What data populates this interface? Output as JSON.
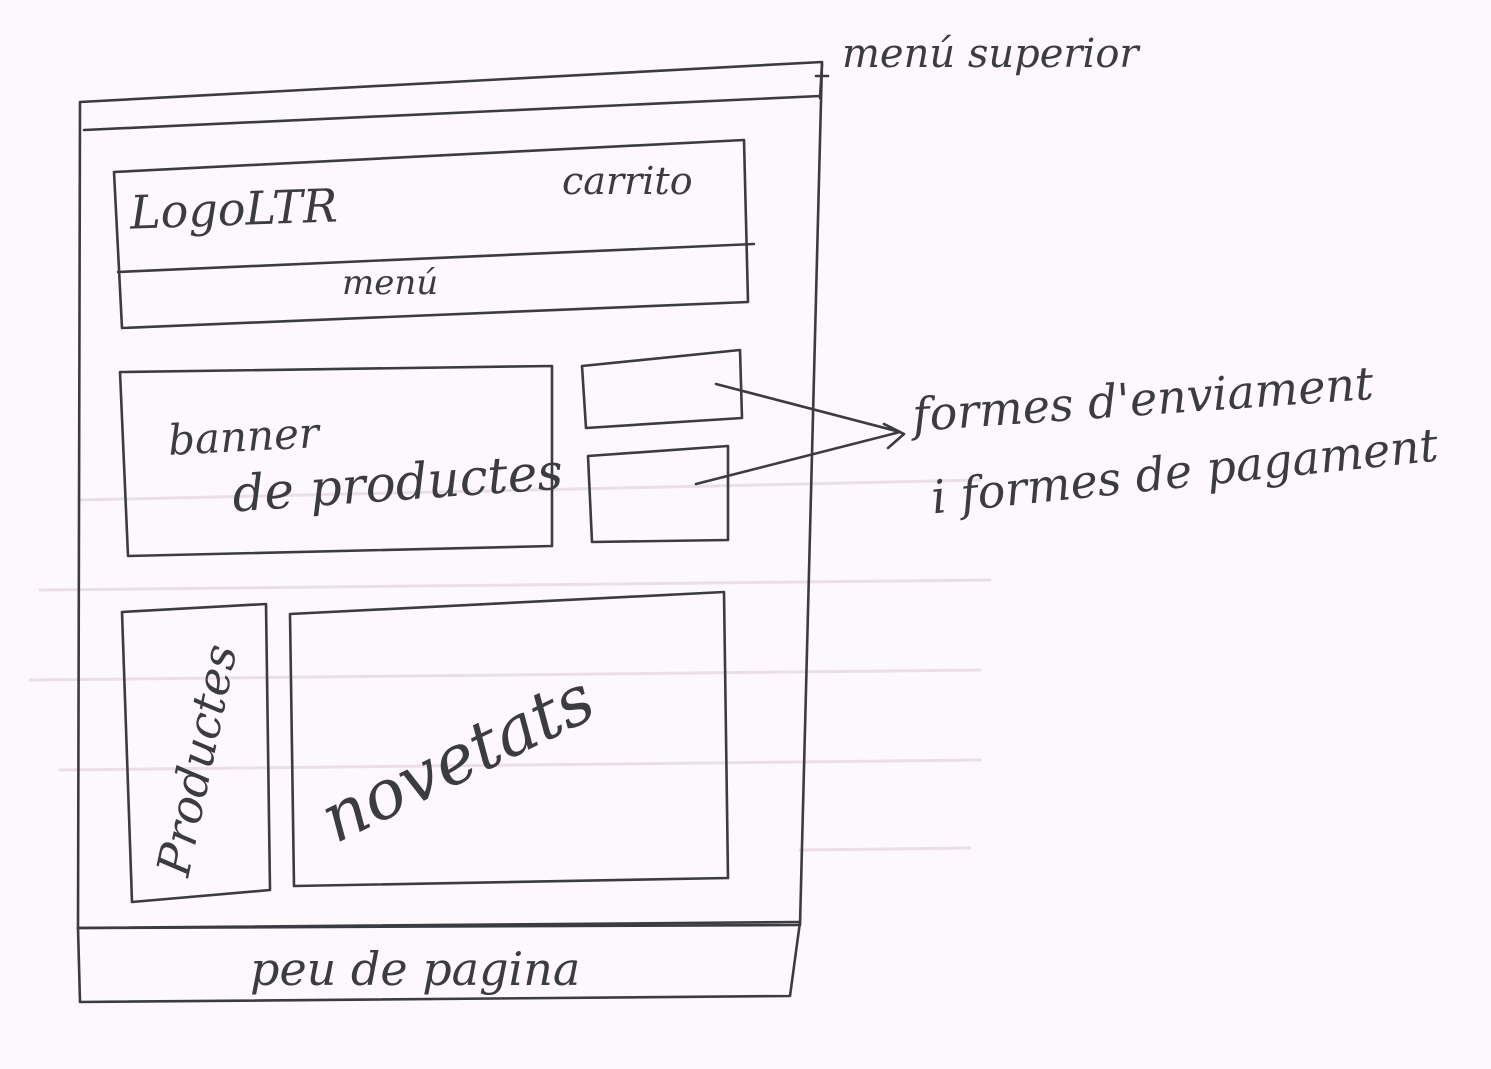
{
  "labels": {
    "top_menu": "menú superior",
    "logo": "LogoLTR",
    "cart": "carrito",
    "menu": "menú",
    "banner_line1": "banner",
    "banner_line2": "de productes",
    "shipping_line1": "formes d'enviament",
    "shipping_line2": "i formes de pagament",
    "products": "Productes",
    "news": "novetats",
    "footer": "peu de pagina"
  },
  "colors": {
    "paper": "#fdf8fb",
    "pencil": "#3b3b42"
  }
}
